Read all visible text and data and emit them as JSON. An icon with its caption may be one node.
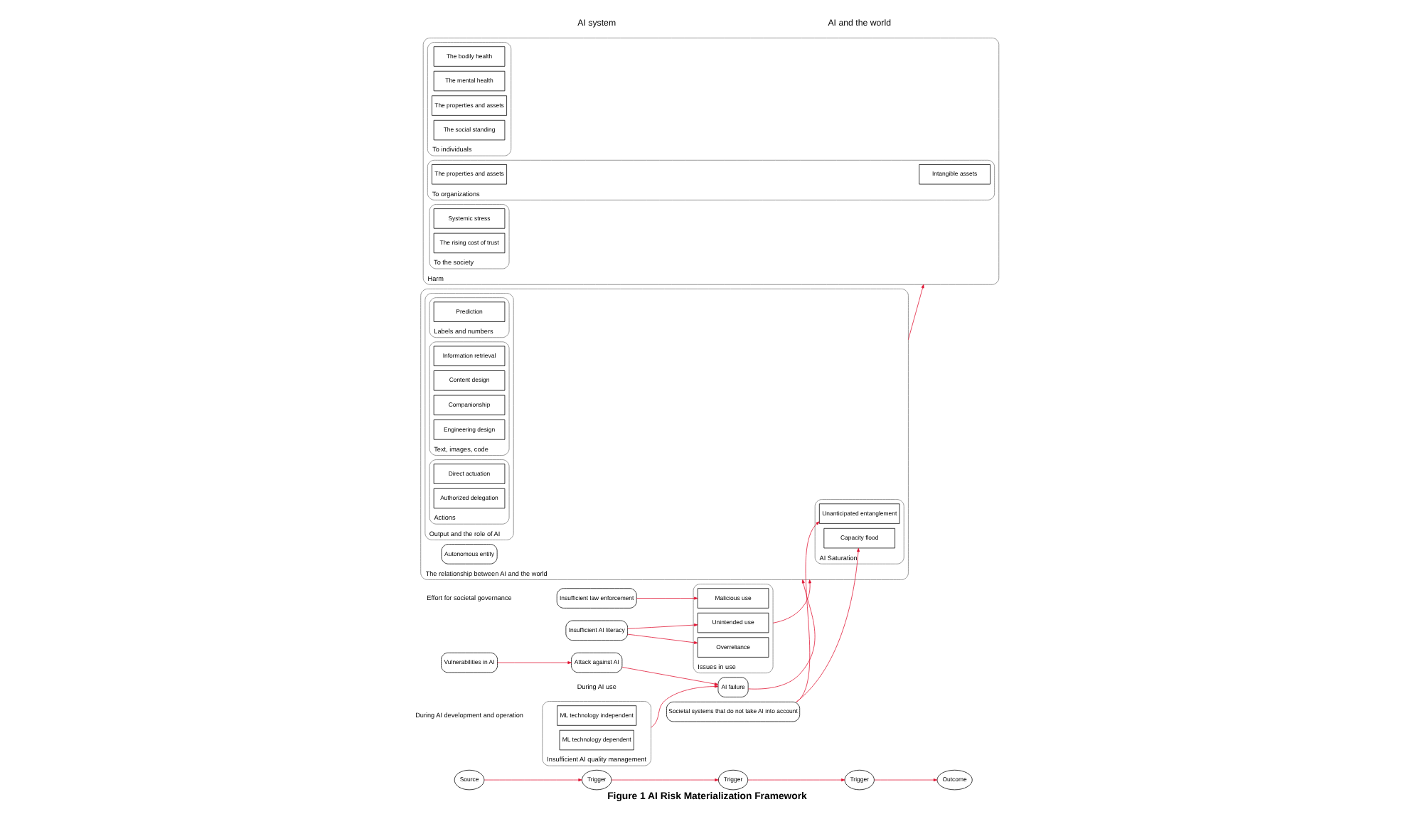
{
  "diagram": {
    "caption": "Figure 1 AI Risk Materialization Framework",
    "nodes": [
      {
        "text": [
          "Source"
        ]
      },
      {
        "text": [
          "Trigger"
        ]
      },
      {
        "text": [
          "Trigger"
        ]
      },
      {
        "text": [
          "Trigger"
        ]
      },
      {
        "text": [
          "Outcome"
        ]
      },
      {
        "text": [
          "Insufficient AI quality management"
        ]
      },
      {
        "text": [
          "ML technology independent"
        ],
        "in": 5
      },
      {
        "text": [
          "ML technology dependent"
        ],
        "in": 5
      },
      {
        "text": [
          "Vulnerabilities in AI"
        ]
      },
      {
        "text": [
          "Attack against AI"
        ]
      },
      {
        "text": [
          "AI failure"
        ]
      },
      {
        "text": [
          "Issues in use"
        ]
      },
      {
        "text": [
          "Malicious use"
        ],
        "in": 11
      },
      {
        "text": [
          "Unintended use"
        ],
        "in": 11
      },
      {
        "text": [
          "Overreliance"
        ],
        "in": 11
      },
      {
        "text": [
          "Insufficient law enforcement"
        ]
      },
      {
        "text": [
          "Insufficient AI literacy"
        ]
      },
      {
        "text": [
          "Societal systems that do not take AI into account"
        ]
      },
      {
        "text": [
          "The relationship between AI and the world"
        ]
      },
      {
        "text": [
          "Output and the role of AI"
        ],
        "in": 18
      },
      {
        "text": [
          "Labels and numbers"
        ],
        "in": 19
      },
      {
        "text": [
          "Prediction"
        ],
        "in": 20
      },
      {
        "text": [
          "Text, images, code"
        ],
        "in": 19
      },
      {
        "text": [
          "Information retrieval"
        ],
        "in": 22
      },
      {
        "text": [
          "Content design"
        ],
        "in": 22
      },
      {
        "text": [
          "Companionship"
        ],
        "in": 22
      },
      {
        "text": [
          "Engineering design"
        ],
        "in": 22
      },
      {
        "text": [
          "Actions"
        ],
        "in": 19
      },
      {
        "text": [
          "Direct actuation"
        ],
        "in": 27
      },
      {
        "text": [
          "Authorized delegation"
        ],
        "in": 27
      },
      {
        "text": [
          "AI Saturation"
        ],
        "in": 18
      },
      {
        "text": [
          "Capacity flood"
        ],
        "in": 30
      },
      {
        "text": [
          "Unanticipated entanglement"
        ],
        "in": 30
      },
      {
        "text": [
          "Autonomous entity"
        ],
        "in": 18
      },
      {
        "text": [
          "Harm"
        ]
      },
      {
        "text": [
          "To individuals"
        ],
        "in": 34
      },
      {
        "text": [
          "The bodily health"
        ],
        "in": 35
      },
      {
        "text": [
          "The mental health"
        ],
        "in": 35
      },
      {
        "text": [
          "The properties and assets"
        ],
        "in": 35
      },
      {
        "text": [
          "The social standing"
        ],
        "in": 35
      },
      {
        "text": [
          "To organizations"
        ],
        "in": 34
      },
      {
        "text": [
          "The properties and assets"
        ],
        "in": 40
      },
      {
        "text": [
          "Intangible assets"
        ],
        "in": 40
      },
      {
        "text": [
          "To the society"
        ],
        "in": 34
      },
      {
        "text": [
          "Systemic stress"
        ],
        "in": 43
      },
      {
        "text": [
          "The rising cost of trust"
        ],
        "in": 43
      }
    ],
    "edges": [
      {
        "from": 0,
        "to": 1,
        "arrow": "to"
      },
      {
        "from": 1,
        "to": 2,
        "arrow": "to"
      },
      {
        "from": 2,
        "to": 3,
        "arrow": "to"
      },
      {
        "from": 3,
        "to": 4,
        "arrow": "to"
      },
      {
        "from": 5,
        "to": 10,
        "arrow": "to"
      },
      {
        "from": 9,
        "to": 10,
        "arrow": "to"
      },
      {
        "from": 8,
        "to": 9,
        "arrow": "to"
      },
      {
        "from": 15,
        "to": 12,
        "arrow": "to"
      },
      {
        "from": 16,
        "to": 13,
        "arrow": "to"
      },
      {
        "from": 16,
        "to": 14,
        "arrow": "to"
      },
      {
        "from": 17,
        "to": 31,
        "arrow": "to"
      },
      {
        "from": 17,
        "to": 32,
        "arrow": "to"
      },
      {
        "from": 10,
        "to": 18,
        "arrow": "to"
      },
      {
        "from": 11,
        "to": 18,
        "arrow": "to"
      },
      {
        "from": 18,
        "to": 34,
        "arrow": "to"
      }
    ],
    "labels": [
      "AI system",
      "AI and the world",
      "During AI development and operation",
      "During AI use",
      "Effort for societal governance"
    ]
  }
}
